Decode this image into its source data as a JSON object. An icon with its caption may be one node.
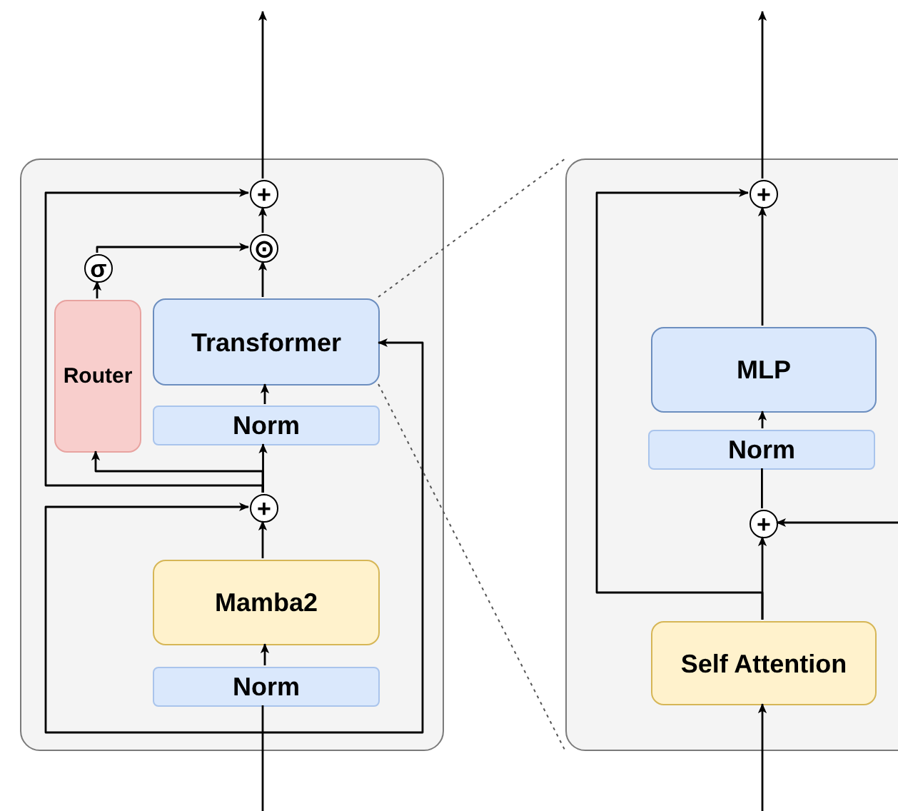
{
  "diagram": {
    "nodes": [
      {
        "text": [],
        "shape": "box"
      },
      {
        "text": [
          "+"
        ],
        "in": 0
      },
      {
        "text": [
          "⊙"
        ],
        "in": 0
      },
      {
        "text": [
          "σ"
        ],
        "in": 0
      },
      {
        "text": [
          "Router"
        ],
        "in": 0
      },
      {
        "text": [
          "Transformer"
        ],
        "in": 0
      },
      {
        "text": [
          "Norm"
        ],
        "in": 0
      },
      {
        "text": [
          "+"
        ],
        "in": 0
      },
      {
        "text": [
          "Mamba2"
        ],
        "in": 0
      },
      {
        "text": [
          "Norm"
        ],
        "in": 0
      },
      {
        "text": [],
        "shape": "box"
      },
      {
        "text": [
          "+"
        ],
        "in": 10
      },
      {
        "text": [
          "MLP"
        ],
        "in": 10
      },
      {
        "text": [
          "Norm"
        ],
        "in": 10
      },
      {
        "text": [
          "+"
        ],
        "in": 10
      },
      {
        "text": [
          "Self Attention"
        ],
        "in": 10
      }
    ],
    "edges": [
      {
        "from": null,
        "to": 9,
        "arrow": "none"
      },
      {
        "from": 9,
        "to": 8,
        "arrow": "to"
      },
      {
        "from": null,
        "to": 7,
        "arrow": "to"
      },
      {
        "from": null,
        "to": 5,
        "arrow": "to"
      },
      {
        "from": 8,
        "to": 7,
        "arrow": "to"
      },
      {
        "from": 7,
        "to": 6,
        "arrow": "to"
      },
      {
        "from": 7,
        "to": 4,
        "arrow": "to"
      },
      {
        "from": 7,
        "to": 1,
        "arrow": "to"
      },
      {
        "from": 6,
        "to": 5,
        "arrow": "to"
      },
      {
        "from": 5,
        "to": 2,
        "arrow": "to"
      },
      {
        "from": 4,
        "to": 3,
        "arrow": "to"
      },
      {
        "from": 3,
        "to": 2,
        "arrow": "to"
      },
      {
        "from": 2,
        "to": 1,
        "arrow": "to"
      },
      {
        "from": 1,
        "to": null,
        "arrow": "to"
      },
      {
        "from": 5,
        "to": 10,
        "arrow": "none",
        "style": "dashed",
        "color": "#555555"
      },
      {
        "from": 5,
        "to": 10,
        "arrow": "none",
        "style": "dashed",
        "color": "#555555"
      },
      {
        "from": null,
        "to": 15,
        "arrow": "to"
      },
      {
        "from": 15,
        "to": 14,
        "arrow": "to"
      },
      {
        "from": 15,
        "to": 11,
        "arrow": "to"
      },
      {
        "from": null,
        "to": 14,
        "arrow": "to"
      },
      {
        "from": 14,
        "to": 13,
        "arrow": "none"
      },
      {
        "from": 13,
        "to": 12,
        "arrow": "to"
      },
      {
        "from": 12,
        "to": 11,
        "arrow": "to"
      },
      {
        "from": 11,
        "to": null,
        "arrow": "to"
      }
    ]
  }
}
